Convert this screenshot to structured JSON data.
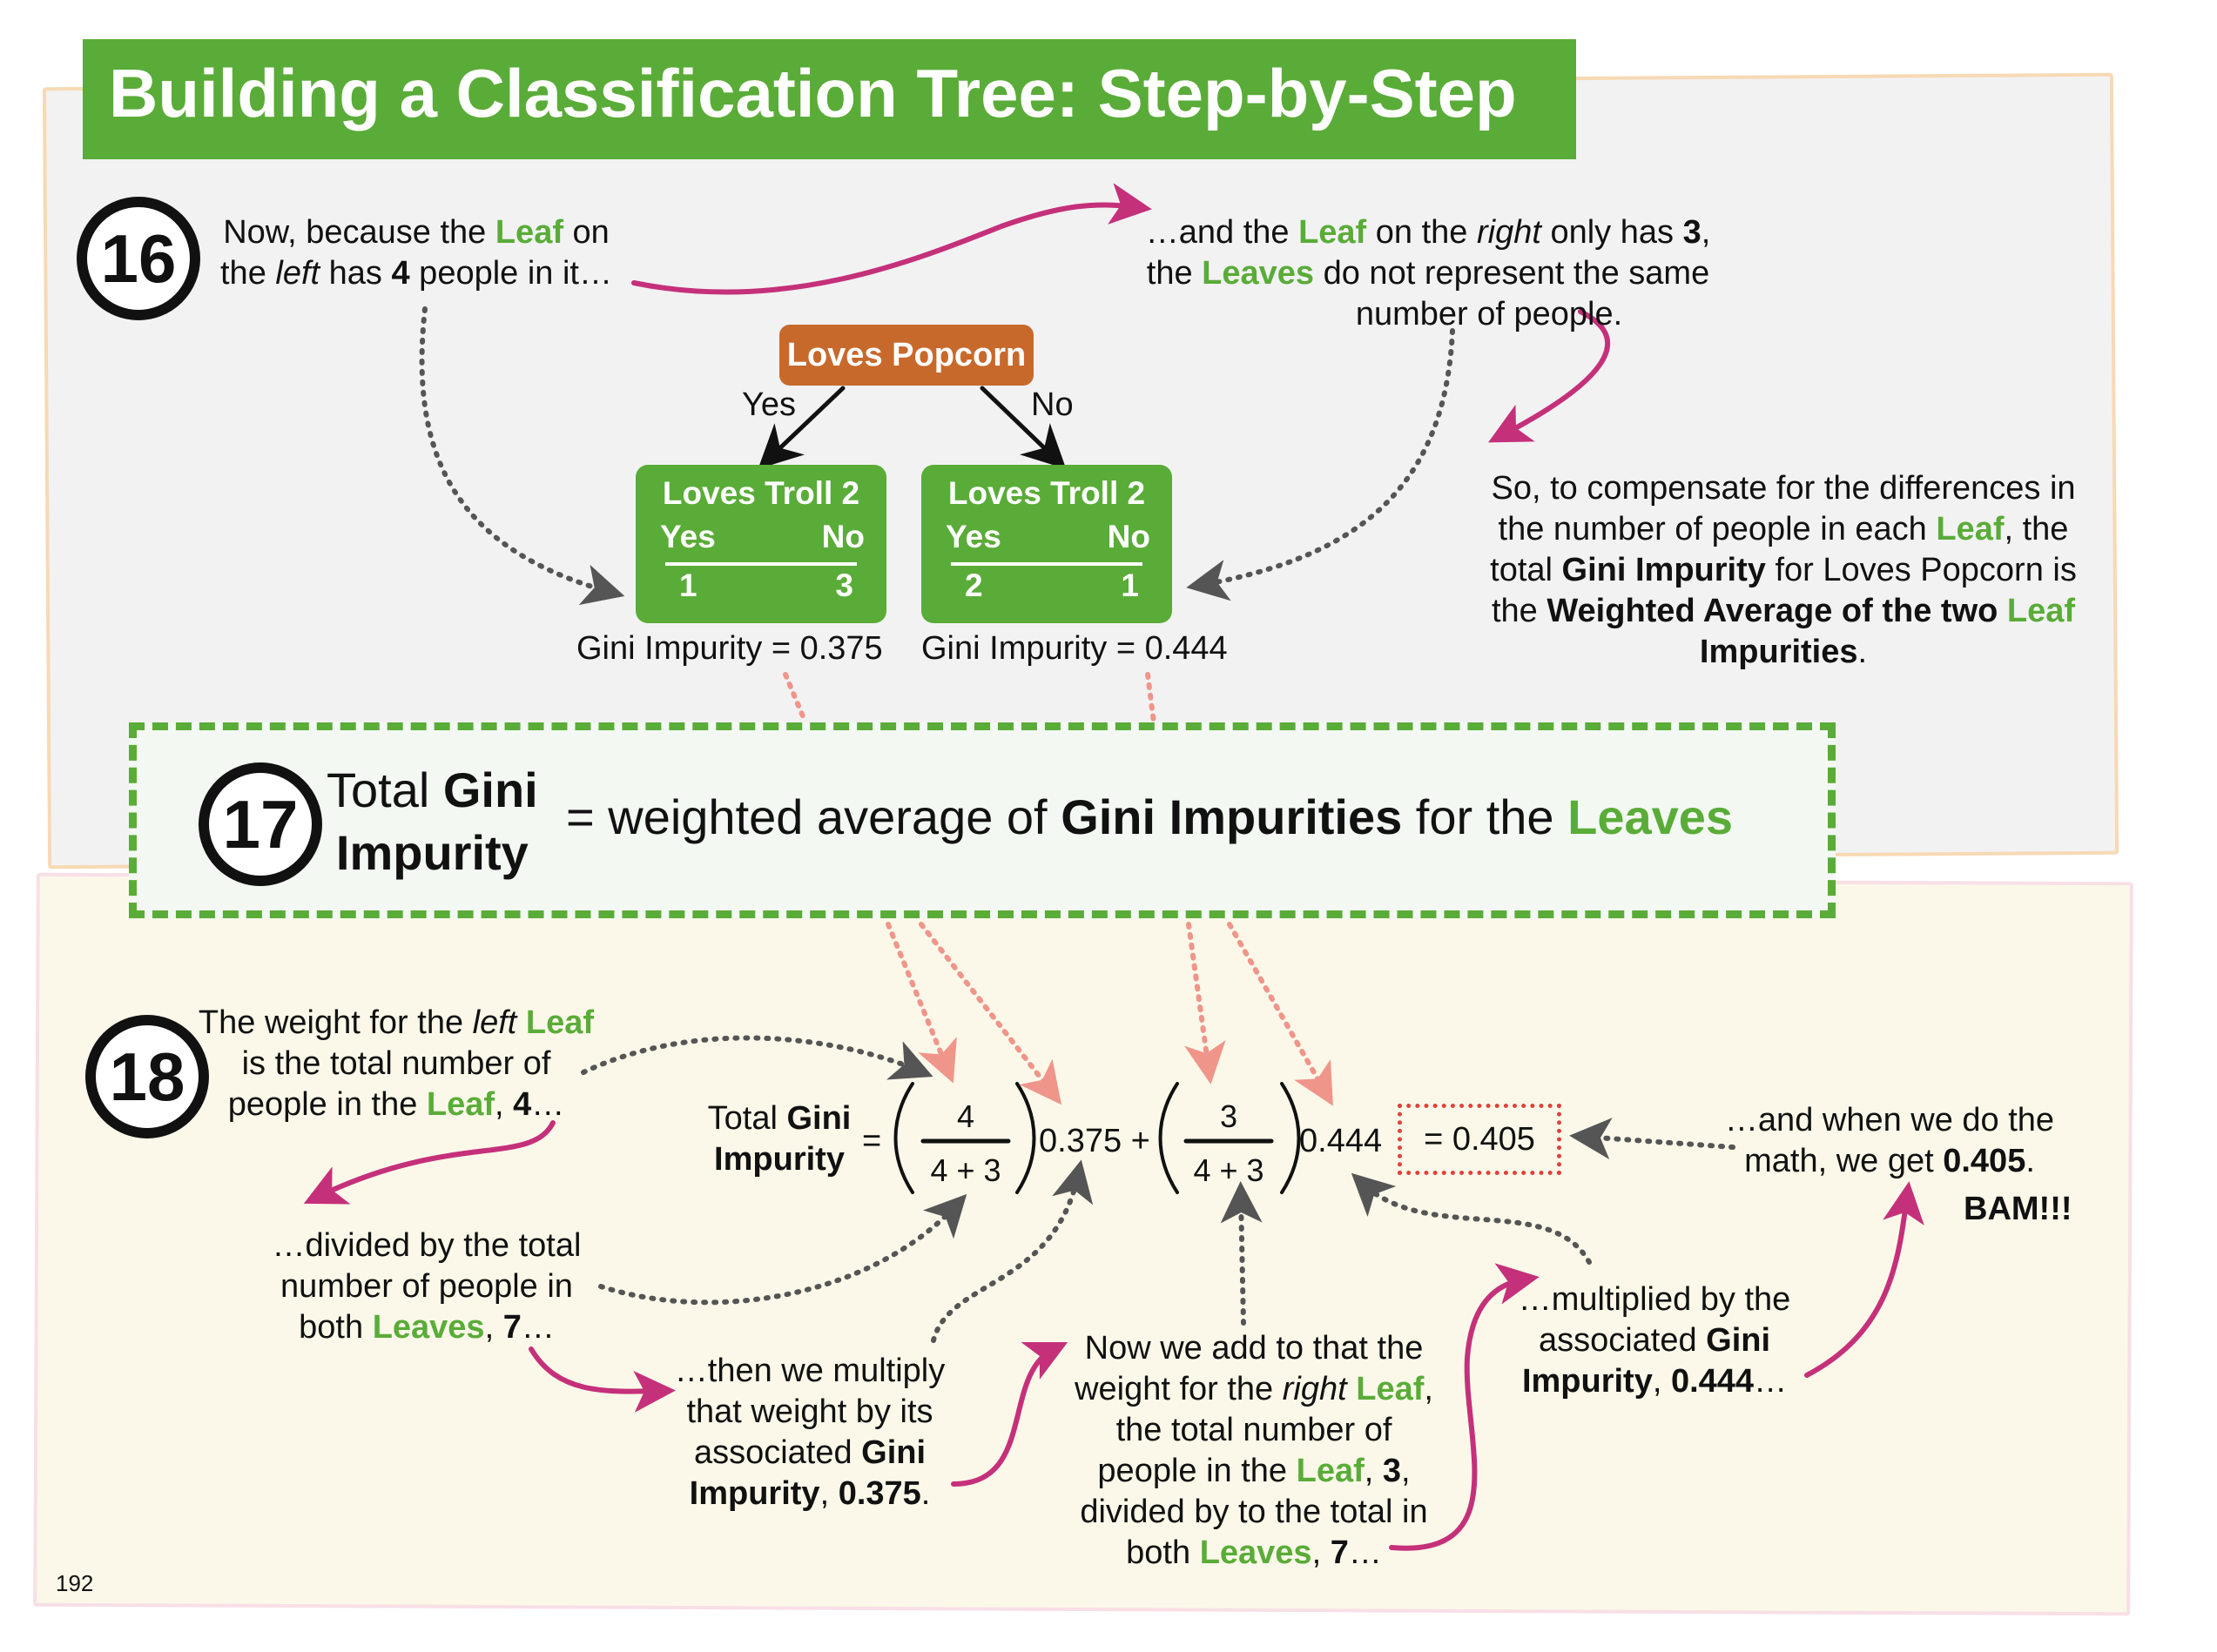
{
  "title": "Building a Classification Tree: Step-by-Step",
  "page_number": "192",
  "step16": {
    "number": "16",
    "left_text": [
      "Now, because the ",
      "Leaf",
      " on",
      "the ",
      "left",
      " has ",
      "4",
      " people in it…"
    ],
    "right_text": [
      "…and the ",
      "Leaf",
      " on the ",
      "right",
      " only has ",
      "3",
      ",",
      "the ",
      "Leaves",
      " do not represent the same",
      "number of people."
    ],
    "comp_text": [
      "So, to compensate for the differences in",
      "the number of people in each ",
      "Leaf",
      ", the",
      "total ",
      "Gini Impurity",
      " for Loves Popcorn is",
      "the ",
      "Weighted Average of the two ",
      "Leaf",
      "Impurities",
      "."
    ],
    "tree": {
      "root": "Loves Popcorn",
      "yes_label": "Yes",
      "no_label": "No",
      "left_leaf": {
        "title": "Loves Troll 2",
        "col_yes": "Yes",
        "col_no": "No",
        "yes_val": "1",
        "no_val": "3",
        "gini": "Gini Impurity = 0.375"
      },
      "right_leaf": {
        "title": "Loves Troll 2",
        "col_yes": "Yes",
        "col_no": "No",
        "yes_val": "2",
        "no_val": "1",
        "gini": "Gini Impurity = 0.444"
      }
    }
  },
  "step17": {
    "number": "17",
    "lhs_1": "Total ",
    "lhs_gini": "Gini",
    "lhs_2": "Impurity",
    "rhs_1": "= weighted average of ",
    "rhs_bold": "Gini Impurities",
    "rhs_2": " for the ",
    "rhs_green": "Leaves"
  },
  "step18": {
    "number": "18",
    "eq": {
      "lhs_1": "Total ",
      "lhs_gini": "Gini",
      "lhs_2": "Impurity",
      "equals": "=",
      "num1": "4",
      "den1": "4 + 3",
      "val1": "0.375 +",
      "num2": "3",
      "den2": "4 + 3",
      "val2": "0.444",
      "result": "= 0.405"
    },
    "weight_left": [
      "The weight for the ",
      "left",
      " ",
      "Leaf",
      "is the total number of",
      "people in the ",
      "Leaf",
      ", ",
      "4",
      "…"
    ],
    "divided": [
      "…divided by the total",
      "number of people in",
      "both ",
      "Leaves",
      ", ",
      "7",
      "…"
    ],
    "multiply": [
      "…then we multiply",
      "that weight by its",
      "associated ",
      "Gini",
      "Impurity",
      ", ",
      "0.375",
      "."
    ],
    "add_right": [
      "Now we add to that the",
      "weight for the ",
      "right",
      " ",
      "Leaf",
      ",",
      "the total number of",
      "people in the ",
      "Leaf",
      ", ",
      "3",
      ",",
      "divided by to the total in",
      "both ",
      "Leaves",
      ", ",
      "7",
      "…"
    ],
    "multiplied": [
      "…multiplied by the",
      "associated ",
      "Gini",
      "Impurity",
      ", ",
      "0.444",
      "…"
    ],
    "math": [
      "…and when we do the",
      "math, we get ",
      "0.405",
      "."
    ],
    "bam": "BAM!!!"
  },
  "colors": {
    "green": "#5aac38",
    "orange_node": "#c8692c",
    "magenta_arrow": "#c5307a",
    "salmon_arrow": "#f0958a",
    "gray_arrow": "#555555",
    "result_border": "#e0413a"
  }
}
